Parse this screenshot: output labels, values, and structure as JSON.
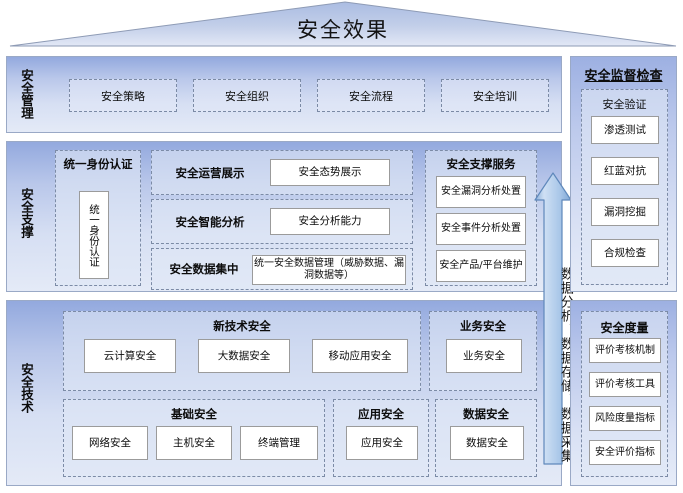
{
  "roof": {
    "title": "安全效果"
  },
  "bands": [
    {
      "label": "安全管理",
      "items": [
        "安全策略",
        "安全组织",
        "安全流程",
        "安全培训"
      ]
    },
    {
      "label": "安全支撑"
    },
    {
      "label": "安全技术"
    }
  ],
  "support": {
    "identity": {
      "title": "统一身份认证",
      "box": "统一身份认证"
    },
    "rows": [
      {
        "label": "安全运营展示",
        "box": "安全态势展示"
      },
      {
        "label": "安全智能分析",
        "box": "安全分析能力"
      },
      {
        "label": "安全数据集中",
        "box": "统一安全数据管理（威胁数据、漏洞数据等）"
      }
    ],
    "services": {
      "title": "安全支撑服务",
      "items": [
        "安全漏洞分析处置",
        "安全事件分析处置",
        "安全产品/平台维护"
      ]
    }
  },
  "technology": {
    "new_tech": {
      "title": "新技术安全",
      "items": [
        "云计算安全",
        "大数据安全",
        "移动应用安全"
      ]
    },
    "business": {
      "title": "业务安全",
      "items": [
        "业务安全"
      ]
    },
    "basic": {
      "title": "基础安全",
      "items": [
        "网络安全",
        "主机安全",
        "终端管理"
      ]
    },
    "application": {
      "title": "应用安全",
      "items": [
        "应用安全"
      ]
    },
    "data": {
      "title": "数据安全",
      "items": [
        "数据安全"
      ]
    }
  },
  "arrow": {
    "label": "数据分析、数据存储、数据采集",
    "icon": "arrow-up-icon"
  },
  "right": {
    "supervision": {
      "title": "安全监督检查",
      "group_title": "安全验证",
      "items": [
        "渗透测试",
        "红蓝对抗",
        "漏洞挖掘",
        "合规检查"
      ]
    },
    "measurement": {
      "title": "安全度量",
      "items": [
        "评价考核机制",
        "评价考核工具",
        "风险度量指标",
        "安全评价指标"
      ]
    }
  },
  "colors": {
    "band_top": "#93a9de",
    "band_bottom": "#e4eaf7",
    "roof_fill": "#b7c6e6",
    "arrow_fill": "#bcd2ef",
    "border": "#9aa9c6",
    "dashed": "#7c8ba6"
  }
}
